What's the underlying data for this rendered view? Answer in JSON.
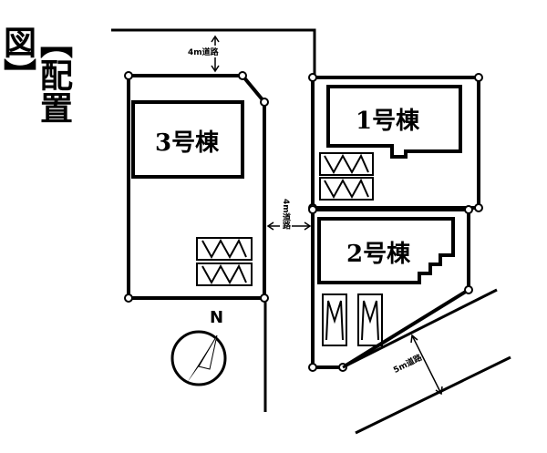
{
  "title": "【配置図】",
  "buildings": [
    {
      "id": "b3",
      "label": "3号棟"
    },
    {
      "id": "b1",
      "label": "1号棟"
    },
    {
      "id": "b2",
      "label": "2号棟"
    }
  ],
  "roads": {
    "north_road": "4m道路",
    "middle_road": "4m道路",
    "southeast_road": "5m道路"
  },
  "compass": {
    "label": "N"
  }
}
